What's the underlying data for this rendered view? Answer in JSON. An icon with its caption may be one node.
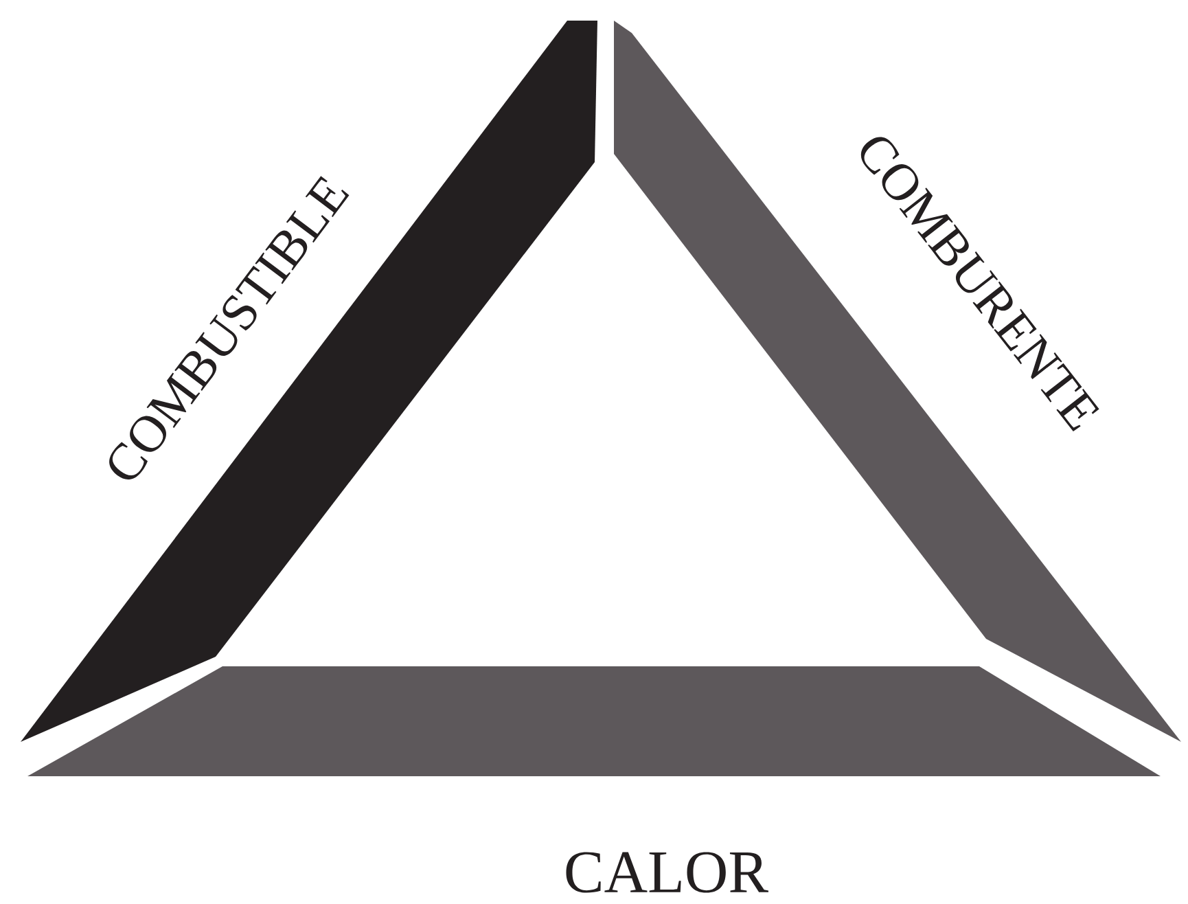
{
  "diagram": {
    "nodes": [
      {
        "text": [
          "COMBUSTIBLE"
        ]
      },
      {
        "text": [
          "COMBURENTE"
        ]
      },
      {
        "text": [
          "CALOR"
        ]
      }
    ]
  }
}
